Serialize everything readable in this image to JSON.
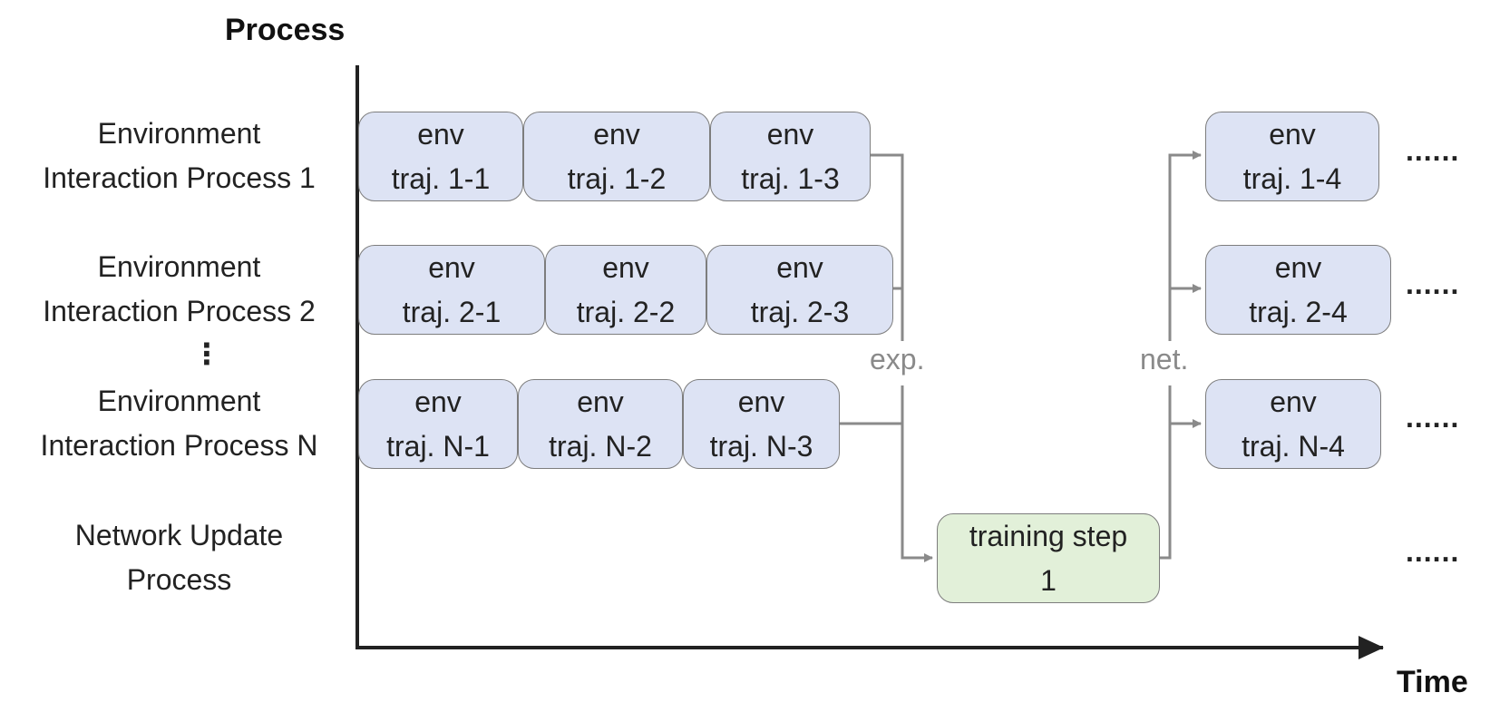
{
  "axes": {
    "y_label": "Process",
    "x_label": "Time"
  },
  "rows": [
    {
      "label_line1": "Environment",
      "label_line2": "Interaction Process 1"
    },
    {
      "label_line1": "Environment",
      "label_line2": "Interaction Process 2"
    },
    {
      "label_line1": "Environment",
      "label_line2": "Interaction Process N"
    },
    {
      "label_line1": "Network Update",
      "label_line2": "Process"
    }
  ],
  "row_gap_marker": "⋮",
  "boxes": {
    "r1": [
      {
        "line1": "env",
        "line2": "traj. 1-1"
      },
      {
        "line1": "env",
        "line2": "traj. 1-2"
      },
      {
        "line1": "env",
        "line2": "traj. 1-3"
      },
      {
        "line1": "env",
        "line2": "traj. 1-4"
      }
    ],
    "r2": [
      {
        "line1": "env",
        "line2": "traj. 2-1"
      },
      {
        "line1": "env",
        "line2": "traj. 2-2"
      },
      {
        "line1": "env",
        "line2": "traj. 2-3"
      },
      {
        "line1": "env",
        "line2": "traj. 2-4"
      }
    ],
    "rN": [
      {
        "line1": "env",
        "line2": "traj. N-1"
      },
      {
        "line1": "env",
        "line2": "traj. N-2"
      },
      {
        "line1": "env",
        "line2": "traj. N-3"
      },
      {
        "line1": "env",
        "line2": "traj. N-4"
      }
    ],
    "train": {
      "line1": "training step",
      "line2": "1"
    }
  },
  "flow_labels": {
    "experience": "exp.",
    "network": "net."
  },
  "continuation": "......",
  "colors": {
    "env_box": "#dde3f4",
    "train_box": "#e2f0d9",
    "connector": "#8a8a8a",
    "axis": "#222222"
  }
}
